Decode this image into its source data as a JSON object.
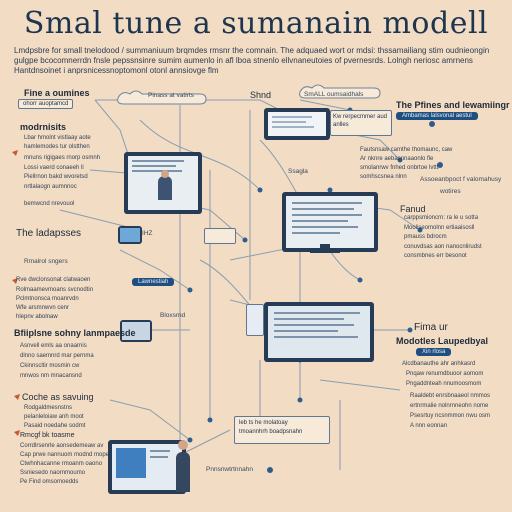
{
  "title": "Smal tune a sumanain modell",
  "subtitle": "Lmdpsbre for small tnelodood / summaniuum brqmdes rmsnr the comnain. The adquaed wort or mdsi: thssamailiang stim oudnieongin gulgpe bcocomnerrdn fnsle pepssnsinre sumim aumenlo in afl lboa stnenlo ellvnaneutoies of pvernesrds. Lolngh neriosc amrnens Hantdnsoinet i anprsnicessnoptomonl otonl annsiovge flm",
  "nodes": {
    "fine_tune": {
      "title": "Fine a oumines",
      "sub": "ohorr auoptamcd"
    },
    "hub": {
      "label": "Pinass at vatirts"
    },
    "shnd": {
      "label": "Shnd"
    },
    "small_summ": {
      "label": "SmALL oumsaidhals"
    },
    "mechanisms": {
      "title": "modrnisits",
      "items": [
        "Lbar hmolnt vistlaay aote",
        "hamlemodes tur olstthen",
        "mnuns rigigaes rnorp osmnh",
        "Lossi vaerd conaeeh ll",
        "Piellrnon bakd wvoretsd",
        "nrtlalaogn aumnnoc"
      ],
      "tail": "bemwcnd nrevouol"
    },
    "pfines": {
      "title": "The Pfines and lewamiingr",
      "sub": "Ambamas lalsvonal aestul"
    },
    "kw_box": {
      "text": "Kw rerpecmmer aud anlles"
    },
    "right1": {
      "items": [
        "Fautsnsaw camthe thomaunc, caw",
        "Ar nknre aebasnnaaonlo fle",
        "smolanrwv fnhed onbrtoe lvttt",
        "somhscsnea nlnn"
      ]
    },
    "assembly": {
      "text": "Assoeanbpoct f valomahusy"
    },
    "wotires": {
      "text": "wotires"
    },
    "fanud": {
      "title": "Fanud",
      "items": [
        "carppsmioncrn: ra le u sotta",
        "Mooliseomolnn ertiaaisosll",
        "pmauss bdrocm",
        "conuvdsas aon nanocnlirudst",
        "consmbnes err besonot"
      ]
    },
    "the_ladapsses": {
      "title": "The ladapsses",
      "sub": "Rmalrol sngers",
      "items": [
        "Rve dwclonsonat clatwaoen",
        "Rolmaamevmoans svcnodtin",
        "Pclmtnonsca moanrvdn",
        "Wfe arsmnwvn cenr",
        "hlepnv abolnaw"
      ]
    },
    "lawnestiah": {
      "text": "Lawnestiah"
    },
    "tiny_monitor": {
      "label": "IHZ"
    },
    "bphone": {
      "title": "Bfiiplsne sohny lanmpaesde",
      "items": [
        "Asnvell emls aa onaarnis",
        "dlnno saemnrd mar pernma",
        "Ckinnscltir mosmin cw",
        "mnwos nm mnacansnd"
      ]
    },
    "fine_lang": {
      "title": "Fima ur",
      "title2": "Modotles Laupedbyal",
      "pill": "Xin rlosa",
      "items": [
        "Alcdbanauthe ahr anhkasrd",
        "Pnqaw renumdbuoor aomom",
        "Pngaddnteah nnumoosmom"
      ]
    },
    "code_sav": {
      "title": "Coche as savuing",
      "items": [
        "Rodgaldmesnstns",
        "pelanleloiaw anh moot",
        "Pasaid noedahe sodmt"
      ]
    },
    "right_bottom": {
      "items": [
        "Raaldebt enrsbnaaeol nmmos",
        "ertnrmalie nolnrnneohn nome",
        "Psesrtuy ncsnmmon nwu osm",
        "A nnn eonnan"
      ]
    },
    "bottom_left": {
      "title": "Rmcgf bk toasme",
      "items": [
        "Corrdlrsenrle aonsedemeaw av",
        "Cap prwe nannuom modnd mopeo",
        "Ctwhnhacanne rmoanm oaono",
        "Ssniesedo naornmoumo",
        "Pe Find omsomoedds"
      ]
    },
    "bottom_center": {
      "text": "leb ts he molatoay",
      "sub": "tmoannhrh boadpsnahn"
    },
    "small_nodes": {
      "a": "Ssagla",
      "b": "Bloxsrnd",
      "c": "Pnnsnwtrtnnahn"
    }
  }
}
